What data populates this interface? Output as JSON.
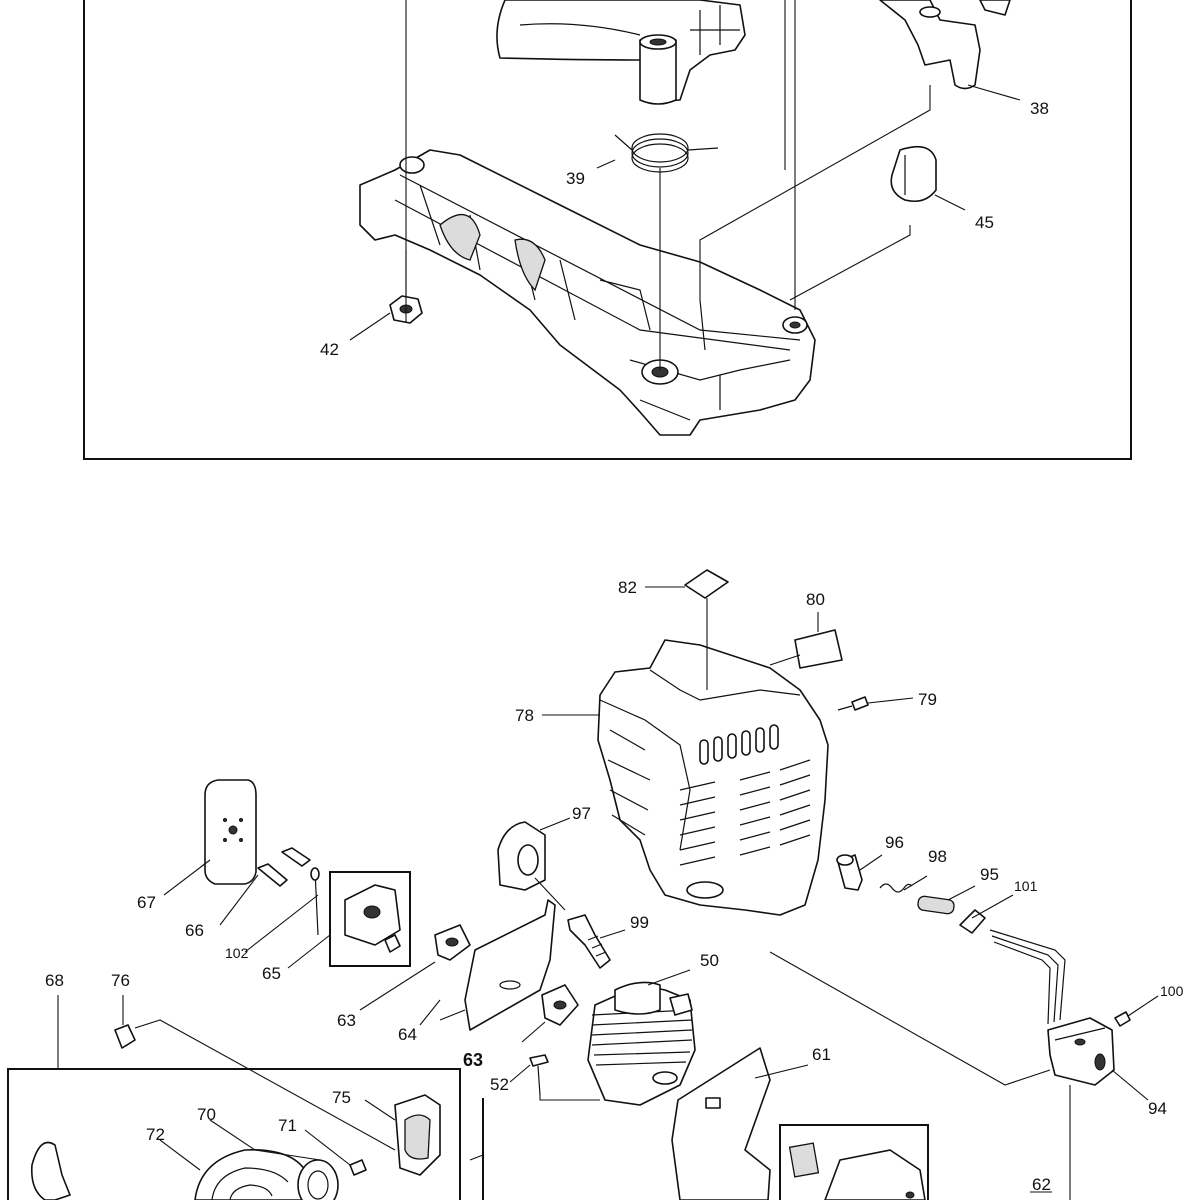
{
  "diagram": {
    "callouts": {
      "c38": "38",
      "c39": "39",
      "c42": "42",
      "c45": "45",
      "c50": "50",
      "c52": "52",
      "c61": "61",
      "c62": "62",
      "c63a": "63",
      "c63b": "63",
      "c64": "64",
      "c65": "65",
      "c66": "66",
      "c67": "67",
      "c68": "68",
      "c70": "70",
      "c71": "71",
      "c72": "72",
      "c75": "75",
      "c76": "76",
      "c78": "78",
      "c79": "79",
      "c80": "80",
      "c82": "82",
      "c94": "94",
      "c95": "95",
      "c96": "96",
      "c97": "97",
      "c98": "98",
      "c99": "99",
      "c100": "100",
      "c101": "101",
      "c102": "102"
    }
  }
}
